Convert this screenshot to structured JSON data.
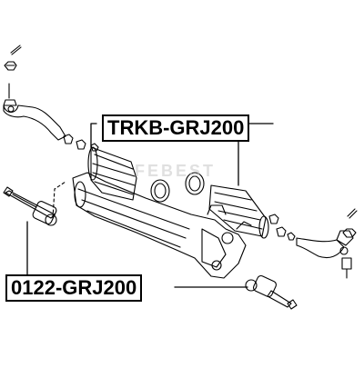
{
  "labels": {
    "top": "TRKB-GRJ200",
    "bottom": "0122-GRJ200"
  },
  "watermark": "FEBEST",
  "colors": {
    "line": "#000000",
    "background": "#ffffff",
    "watermark": "#c8c8c8"
  }
}
